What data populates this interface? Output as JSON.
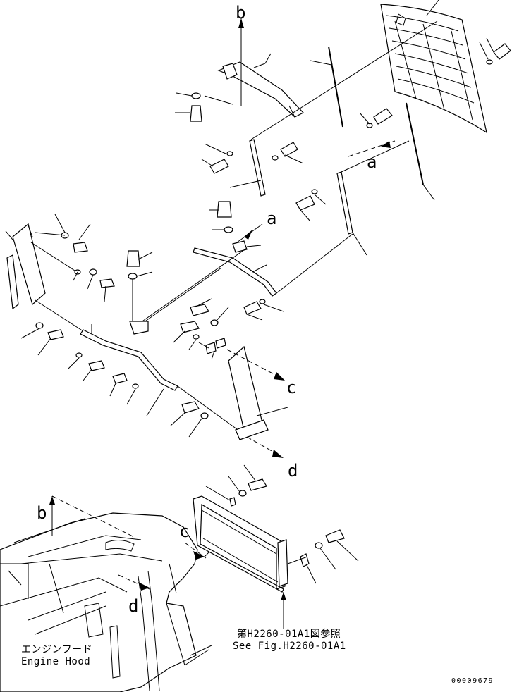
{
  "labels": {
    "a_top": "a",
    "a_mid": "a",
    "b_top": "b",
    "b_bottom": "b",
    "c_right": "c",
    "c_bottom": "c",
    "d_right": "d",
    "d_bottom": "d"
  },
  "reference": {
    "jp": "第H2260-01A1図参照",
    "en": "See Fig.H2260-01A1"
  },
  "hood_label": {
    "jp": "エンジンフード",
    "en": "Engine Hood"
  },
  "drawing_code": "00009679"
}
